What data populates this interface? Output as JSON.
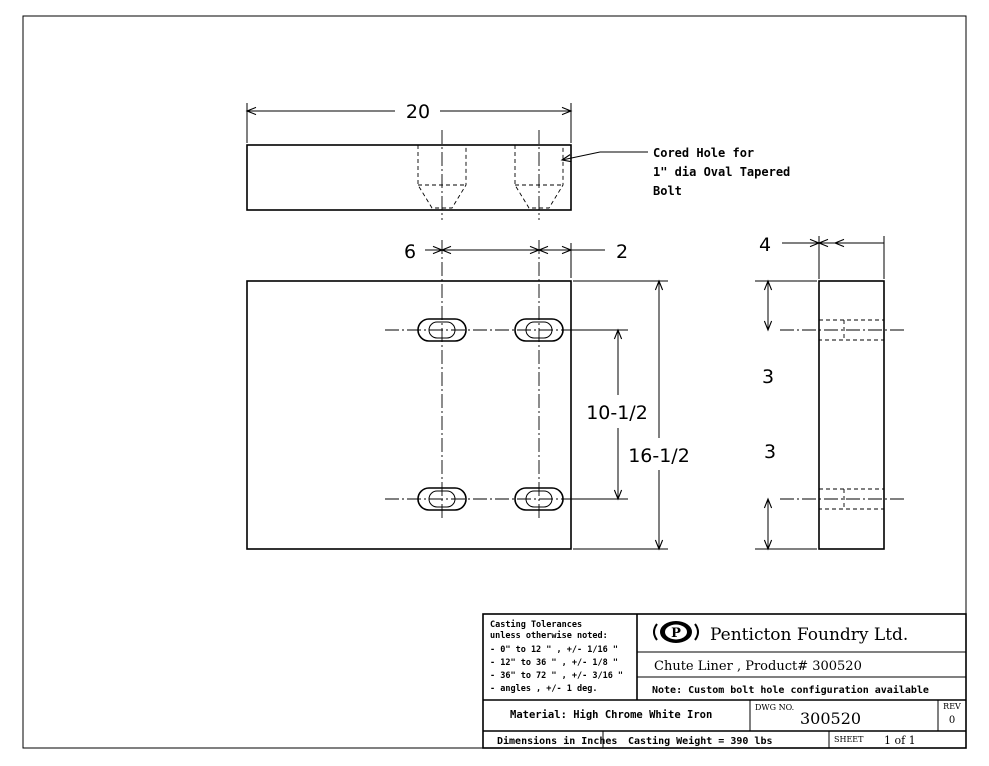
{
  "dimensions": {
    "top_width": "20",
    "hole_spacing": "6",
    "edge_offset": "2",
    "side_thickness": "4",
    "hole_vertical_spacing": "10-1/2",
    "overall_height": "16-1/2",
    "side_top_offset": "3",
    "side_bottom_offset": "3"
  },
  "callout": {
    "line1": "Cored Hole for",
    "line2": "1\" dia Oval Tapered",
    "line3": "Bolt"
  },
  "title_block": {
    "tolerances": [
      "Casting Tolerances",
      "unless otherwise noted:",
      "-   0\" to 12 \" , +/- 1/16 \"",
      "- 12\" to 36 \" , +/- 1/8 \"",
      "- 36\" to 72 \" , +/- 3/16 \"",
      "- angles      , +/- 1 deg."
    ],
    "logo_letter": "P",
    "company": "Penticton Foundry Ltd.",
    "product": "Chute Liner , Product# 300520",
    "note": "Note: Custom bolt hole configuration available",
    "material": "Material: High Chrome White Iron",
    "dwg_label": "DWG NO.",
    "dwg_number": "300520",
    "rev_label": "REV",
    "rev_value": "0",
    "units": "Dimensions in Inches",
    "weight": "Casting Weight = 390 lbs",
    "sheet_label": "SHEET",
    "sheet_value": "1 of 1"
  }
}
